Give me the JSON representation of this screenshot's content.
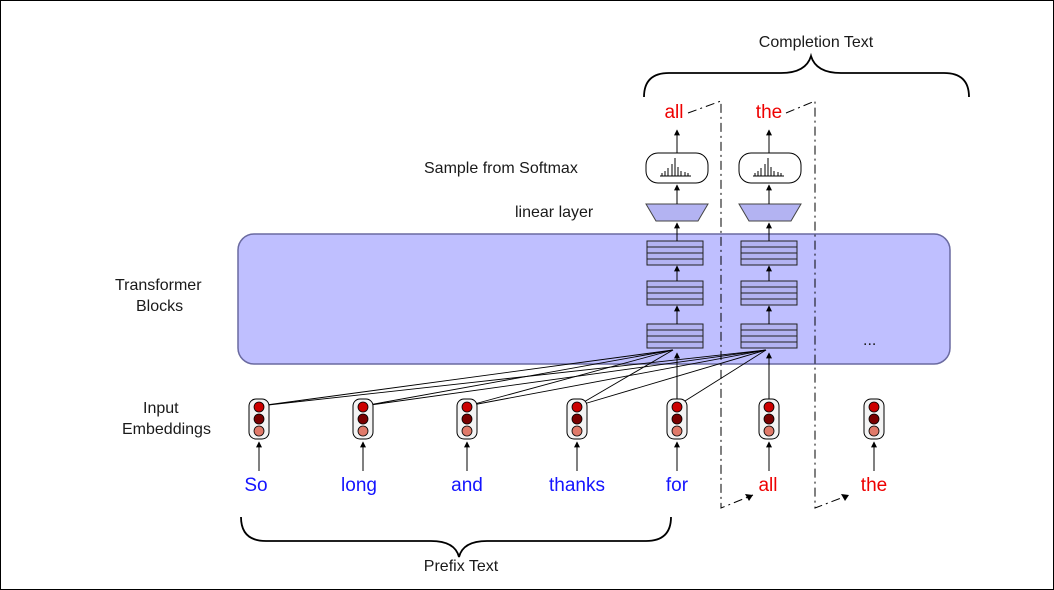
{
  "labels": {
    "completion_text": "Completion Text",
    "prefix_text": "Prefix Text",
    "sample_softmax": "Sample from Softmax",
    "linear_layer": "linear layer",
    "transformer_blocks_line1": "Transformer",
    "transformer_blocks_line2": "Blocks",
    "input_embeddings_line1": "Input",
    "input_embeddings_line2": "Embeddings",
    "ellipsis": "..."
  },
  "input_tokens": [
    "So",
    "long",
    "and",
    "thanks",
    "for",
    "all",
    "the"
  ],
  "output_tokens": [
    "all",
    "the"
  ],
  "colors": {
    "prefix_token": "#1414ff",
    "generated_token": "#ee0000",
    "transformer_fill": "#bfbfff",
    "transformer_stroke": "#6a6aa0",
    "embedding_dark": "#7a0000",
    "embedding_mid": "#cc0000",
    "embedding_light": "#e07a6a"
  }
}
